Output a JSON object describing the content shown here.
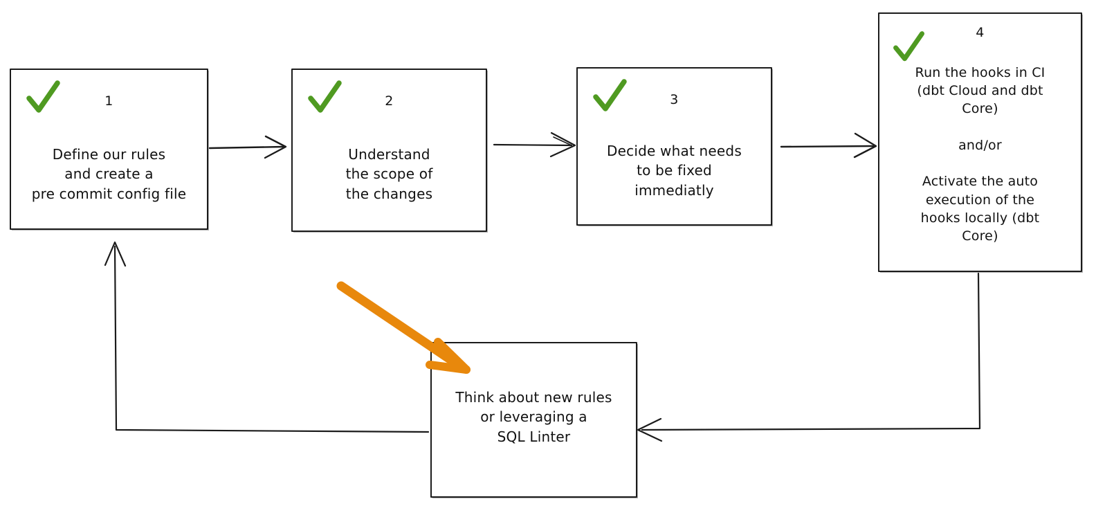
{
  "diagram": {
    "title": "pre-commit hooks adoption flow",
    "background": "#ffffff",
    "stroke_color": "#1b1b1b",
    "check_color": "#4f9a21",
    "annotation_color": "#e8880c"
  },
  "nodes": [
    {
      "id": "node-1",
      "step": "1",
      "check": "check-mark",
      "text": "Define our rules\nand create a\npre commit config file"
    },
    {
      "id": "node-2",
      "step": "2",
      "check": "check-mark",
      "text": "Understand\nthe scope of\nthe changes"
    },
    {
      "id": "node-3",
      "step": "3",
      "check": "check-mark",
      "text": "Decide what needs\nto be fixed\nimmediatly"
    },
    {
      "id": "node-4",
      "step": "4",
      "check": "check-mark",
      "text": "Run the hooks in CI\n(dbt Cloud and dbt\nCore)\n\nand/or\n\nActivate the auto\nexecution of the\nhooks locally (dbt\nCore)"
    },
    {
      "id": "node-5",
      "step": "",
      "check": "",
      "text": "Think about new rules\nor leveraging a\nSQL Linter"
    }
  ],
  "connectors": [
    {
      "id": "edge-1-2",
      "from": "node-1",
      "to": "node-2",
      "label": ""
    },
    {
      "id": "edge-2-3",
      "from": "node-2",
      "to": "node-3",
      "label": ""
    },
    {
      "id": "edge-3-4",
      "from": "node-3",
      "to": "node-4",
      "label": ""
    },
    {
      "id": "edge-4-5",
      "from": "node-4",
      "to": "node-5",
      "label": ""
    },
    {
      "id": "edge-5-1",
      "from": "node-5",
      "to": "node-1",
      "label": ""
    }
  ],
  "annotations": [
    {
      "id": "highlight-arrow",
      "points_to": "node-5",
      "color": "#e8880c"
    }
  ]
}
